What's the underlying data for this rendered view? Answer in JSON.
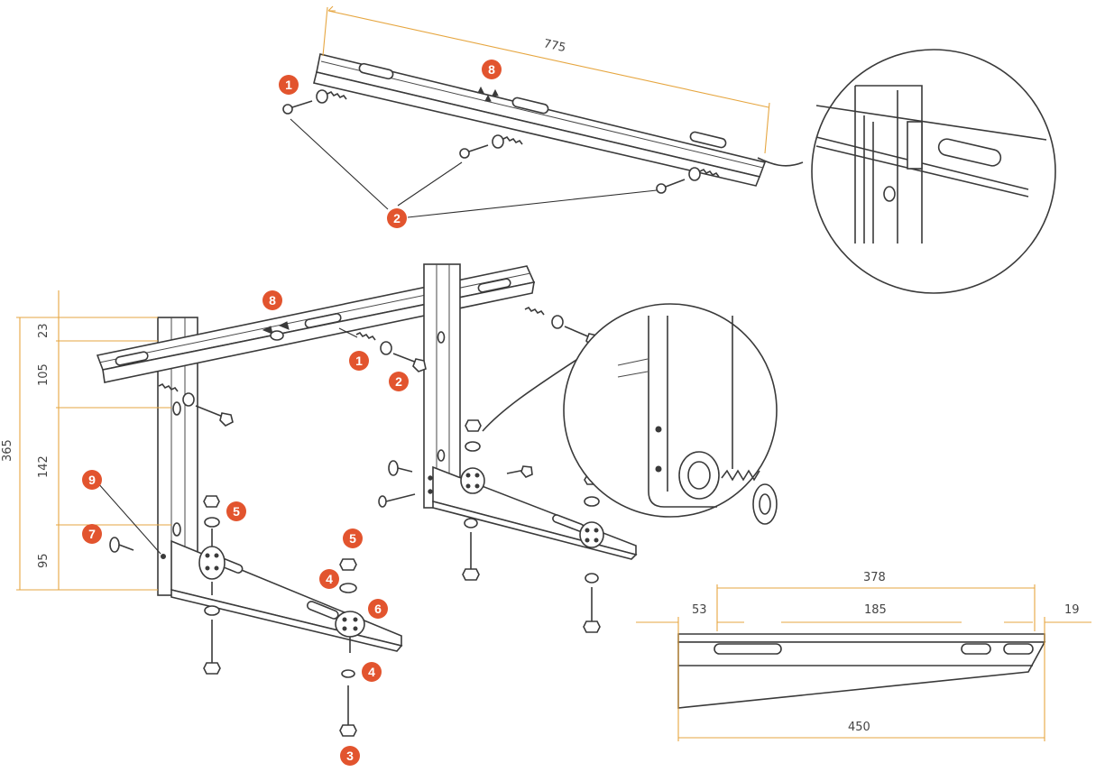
{
  "colors": {
    "badge": "#e2542e",
    "dimension": "#e6a640",
    "line": "#3a3a3a"
  },
  "dimensions": {
    "rail_length": "775",
    "bracket_top_gap": "23",
    "bracket_hole_1": "105",
    "bracket_hole_2": "142",
    "bracket_hole_3": "95",
    "bracket_height": "365",
    "arm_total_slot": "378",
    "arm_offset": "53",
    "arm_slot_spacing": "185",
    "arm_end_offset": "19",
    "arm_length": "450"
  },
  "labels": {
    "screw": "1",
    "wall_plug": "2",
    "bolt": "3",
    "washer": "4",
    "nut": "5",
    "rubber_damper": "6",
    "side_screw": "7",
    "rail_fastener": "8",
    "bracket_hole": "9"
  }
}
